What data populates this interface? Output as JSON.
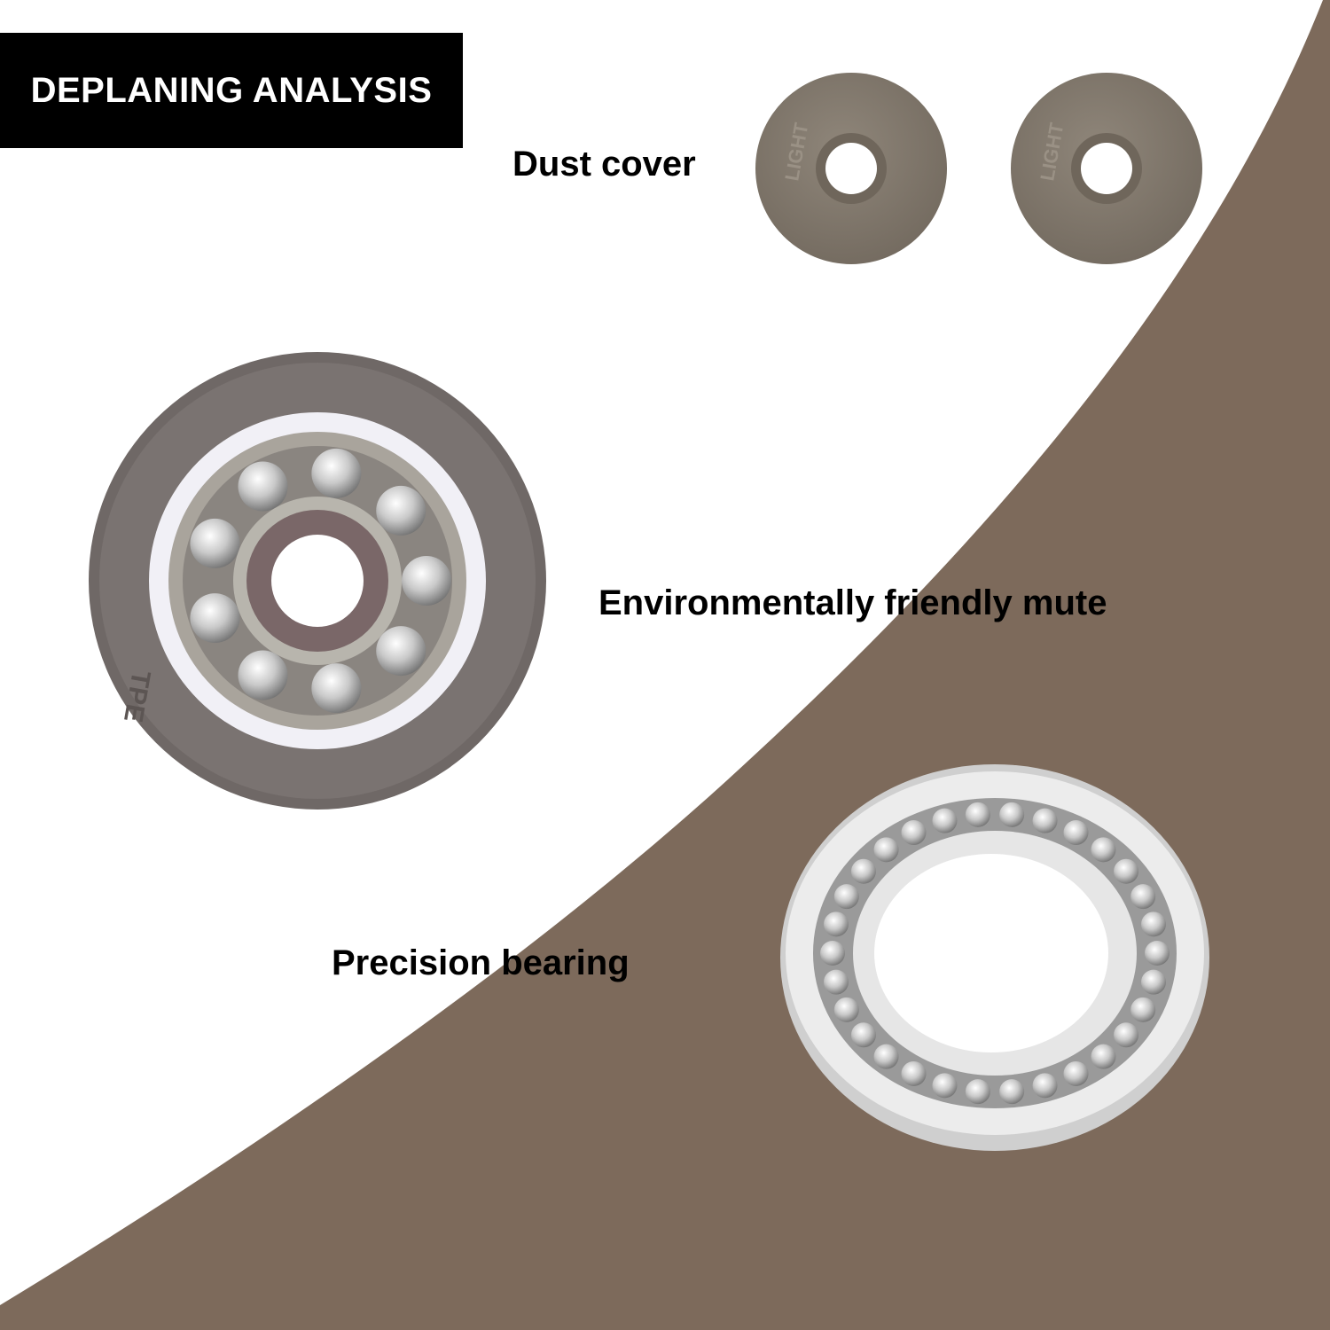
{
  "banner": {
    "title": "DEPLANING ANALYSIS"
  },
  "labels": {
    "dust_cover": "Dust cover",
    "mute": "Environmentally friendly mute",
    "bearing": "Precision bearing"
  },
  "imprints": {
    "dust_cover": "LIGHT",
    "wheel": "TPE"
  },
  "colors": {
    "background": "#ffffff",
    "accent_brown": "#7d6a5b",
    "banner": "#000000",
    "dust_cover": "#837a6e",
    "wheel_tire": "#6f6866"
  }
}
